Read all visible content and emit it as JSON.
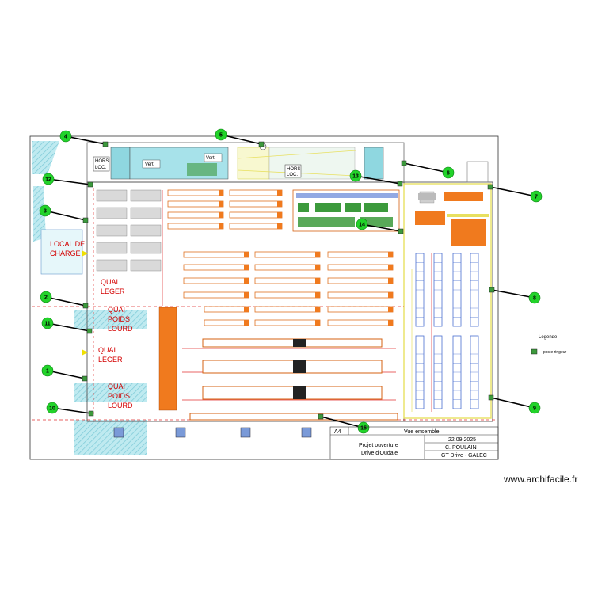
{
  "zones": {
    "local_charge": [
      "LOCAL DE",
      "CHARGE"
    ],
    "quai_leger_top": [
      "QUAI",
      "LEGER"
    ],
    "quai_poids_lourd_top": [
      "QUAI",
      "POIDS",
      "LOURD"
    ],
    "quai_leger_bottom": [
      "QUAI",
      "LEGER"
    ],
    "quai_poids_lourd_bottom": [
      "QUAI",
      "POIDS",
      "LOURD"
    ],
    "hors_loc_left": [
      "HORS",
      "LOC."
    ],
    "hors_loc_right": [
      "HORS",
      "LOC."
    ],
    "vert_1": "Vert.",
    "vert_2": "Vert."
  },
  "legend": {
    "title": "Legende",
    "item": "poste ringeur",
    "item_color": "#3c9a3c"
  },
  "title_block": {
    "format": "A4",
    "view": "Vue ensemble",
    "project_line1": "Projet ouverture",
    "project_line2": "Drive d'Oudale",
    "date": "22.09.2025",
    "author": "C. POULAIN",
    "company": "GT Drive - GALEC"
  },
  "markers": [
    {
      "n": "1"
    },
    {
      "n": "2"
    },
    {
      "n": "3"
    },
    {
      "n": "4"
    },
    {
      "n": "5"
    },
    {
      "n": "6"
    },
    {
      "n": "7"
    },
    {
      "n": "8"
    },
    {
      "n": "9"
    },
    {
      "n": "10"
    },
    {
      "n": "11"
    },
    {
      "n": "12"
    },
    {
      "n": "13"
    },
    {
      "n": "14"
    },
    {
      "n": "15"
    }
  ],
  "colors": {
    "marker_fill": "#22d32a",
    "station": "#3c9a3c",
    "rack_orange": "#f07a1e",
    "cool_room": "#8fd7e0",
    "red_line": "#e03030",
    "yellow_line": "#e8e060",
    "blue_rack": "#4a6fd0"
  },
  "watermark": "www.archifacile.fr"
}
